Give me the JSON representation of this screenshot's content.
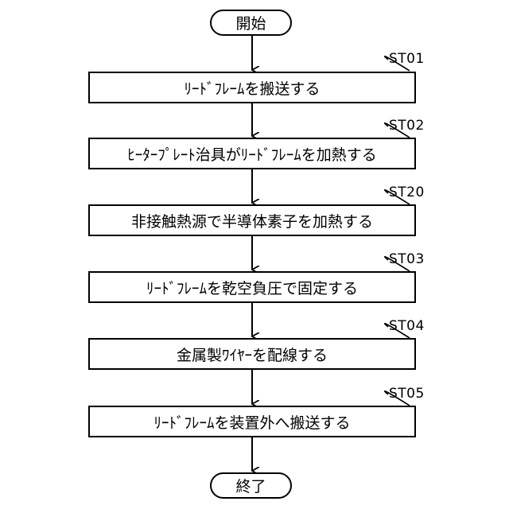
{
  "flowchart": {
    "start_label": "開始",
    "end_label": "終了",
    "steps": [
      {
        "id": "ST01",
        "text": "ﾘｰﾄﾞﾌﾚｰﾑを搬送する"
      },
      {
        "id": "ST02",
        "text": "ﾋｰﾀｰﾌﾟﾚｰﾄ治具がﾘｰﾄﾞﾌﾚｰﾑを加熱する"
      },
      {
        "id": "ST20",
        "text": "非接触熱源で半導体素子を加熱する"
      },
      {
        "id": "ST03",
        "text": "ﾘｰﾄﾞﾌﾚｰﾑを乾空負圧で固定する"
      },
      {
        "id": "ST04",
        "text": "金属製ﾜｲﾔｰを配線する"
      },
      {
        "id": "ST05",
        "text": "ﾘｰﾄﾞﾌﾚｰﾑを装置外へ搬送する"
      }
    ]
  }
}
